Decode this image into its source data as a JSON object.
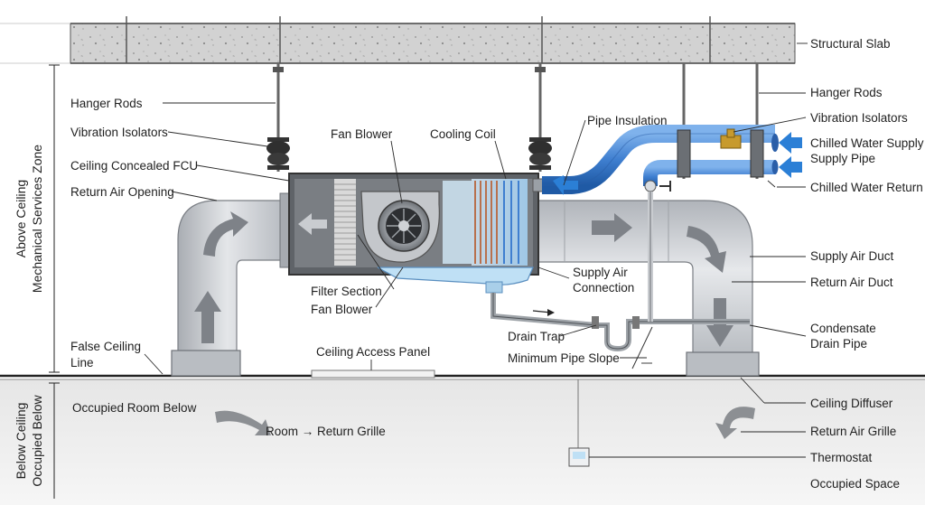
{
  "labels": {
    "structural_slab": "Structural Slab",
    "hanger_rods_left": "Hanger Rods",
    "hanger_rods_right": "Hanger Rods",
    "vibration_isolators_left": "Vibration Isolators",
    "vibration_isolators_right": "Vibration Isolators",
    "ceiling_concealed_fcu": "Ceiling Concealed FCU",
    "return_air_opening": "Return Air Opening",
    "fan_blower_top": "Fan Blower",
    "cooling_coil": "Cooling Coil",
    "pipe_insulation": "Pipe Insulation",
    "chilled_water_supply": "Chilled Water Supply",
    "supply_pipe": "Supply Pipe",
    "chilled_water_return": "Chilled Water Return",
    "supply_air_duct": "Supply Air Duct",
    "return_air_duct": "Return Air Duct",
    "supply_air_connection_1": "Supply Air",
    "supply_air_connection_2": "Connection",
    "filter_section": "Filter Section",
    "fan_blower_bottom": "Fan Blower",
    "drain_trap": "Drain Trap",
    "minimum_pipe_slope": "Minimum Pipe Slope",
    "condensate_drain_1": "Condensate",
    "condensate_drain_2": "Drain Pipe",
    "false_ceiling_1": "False Ceiling",
    "false_ceiling_2": "Line",
    "ceiling_access_panel": "Ceiling Access Panel",
    "occupied_room_below": "Occupied Room Below",
    "room_return_grille": "Room → Return Grille",
    "ceiling_diffuser": "Ceiling Diffuser",
    "return_air_grille": "Return Air Grille",
    "thermostat": "Thermostat",
    "occupied_space": "Occupied Space",
    "zone_above_1": "Above Ceiling",
    "zone_above_2": "Mechanical Services Zone",
    "zone_below_1": "Below Ceiling",
    "zone_below_2": "Occupied Below"
  },
  "colors": {
    "concrete": "#cfcfcf",
    "duct": "#d3d6db",
    "pipe_blue": "#3f7fd0",
    "coil_copper": "#b8714e",
    "water": "#bfe0f5",
    "arrow_blue": "#2b7fd6"
  }
}
